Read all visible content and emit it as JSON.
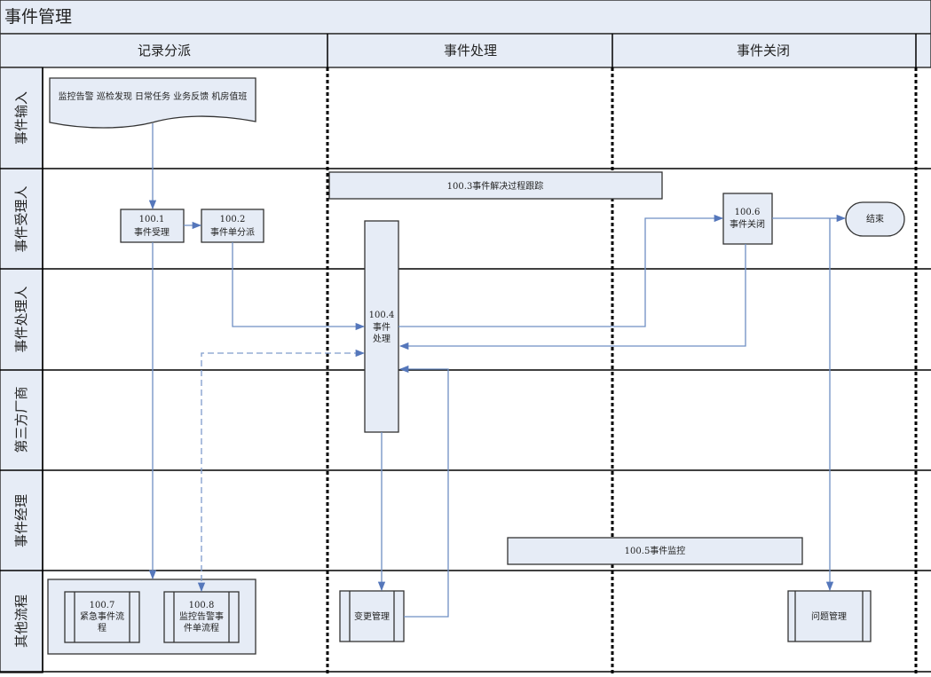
{
  "title": "事件管理",
  "phases": [
    "记录分派",
    "事件处理",
    "事件关闭"
  ],
  "lanes": [
    "事件输入",
    "事件受理人",
    "事件处理人",
    "第三方厂商",
    "事件经理",
    "其他流程"
  ],
  "nodes": {
    "input_doc": "监控告警 巡检发现 日常任务 业务反馈 机房值班",
    "n100_1": {
      "id": "100.1",
      "label": "事件受理"
    },
    "n100_2": {
      "id": "100.2",
      "label": "事件单分派"
    },
    "n100_3": "100.3事件解决过程跟踪",
    "n100_4": {
      "id": "100.4",
      "line1": "事件",
      "line2": "处理"
    },
    "n100_5": "100.5事件监控",
    "n100_6": {
      "id": "100.6",
      "label": "事件关闭"
    },
    "end": "结束",
    "n100_7": {
      "id": "100.7",
      "line1": "紧急事件流",
      "line2": "程"
    },
    "n100_8": {
      "id": "100.8",
      "line1": "监控告警事",
      "line2": "件单流程"
    },
    "change_mgmt": "变更管理",
    "problem_mgmt": "问题管理"
  },
  "colors": {
    "box_fill": "#e6ecf6",
    "connector": "#6f8fc4",
    "header_fill": "#e6ecf6"
  }
}
